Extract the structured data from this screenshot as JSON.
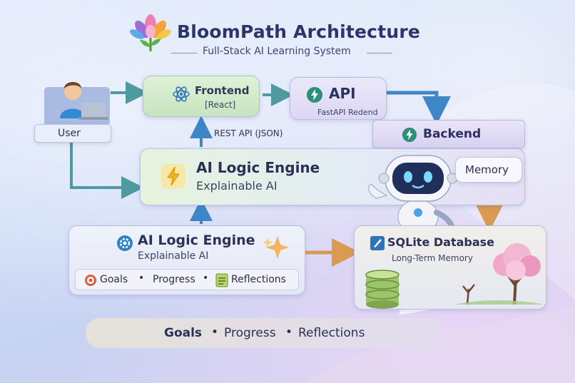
{
  "header": {
    "title": "BloomPath Architecture",
    "subtitle": "Full-Stack AI Learning System"
  },
  "nodes": {
    "user": {
      "label": "User"
    },
    "frontend": {
      "title": "Frontend",
      "subtitle": "[React]"
    },
    "api": {
      "title": "API",
      "subtitle": "FastAPI Redend"
    },
    "backend": {
      "title": "Backend"
    },
    "engine_top": {
      "title": "AI Logic Engine",
      "subtitle": "Explainable AI"
    },
    "memory": {
      "label": "Memory"
    },
    "engine_bottom": {
      "title": "AI Logic Engine",
      "subtitle": "Explainable AI",
      "items": [
        "Goals",
        "Progress",
        "Reflections"
      ]
    },
    "database": {
      "title": "SQLite Database",
      "subtitle": "Long-Term Memory"
    }
  },
  "edges": {
    "rest_api": "REST API (JSON)"
  },
  "footer": {
    "items": [
      "Goals",
      "Progress",
      "Reflections"
    ]
  },
  "icons": {
    "logo": "lotus-flower-icon",
    "frontend": "react-atom-icon",
    "api": "lightning-icon",
    "backend": "lightning-icon",
    "engine_top": "lightning-icon",
    "engine_bottom": "gear-icon",
    "database": "database-icon",
    "goals": "target-icon",
    "reflections": "notes-icon"
  },
  "colors": {
    "frontend": "#cfe9c6",
    "api": "#e6e1f7",
    "engine": "#d9edc8",
    "accent_blue": "#3f86c6",
    "accent_orange": "#d99b52"
  }
}
